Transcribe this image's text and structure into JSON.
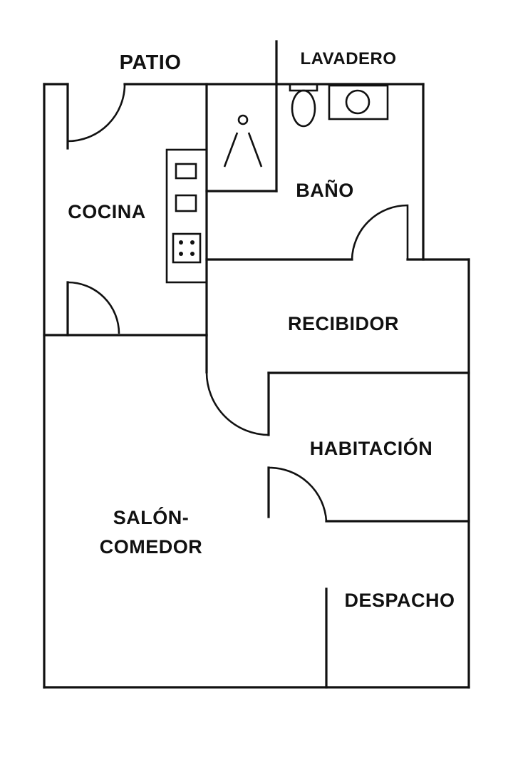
{
  "rooms": {
    "patio": "PATIO",
    "lavadero": "LAVADERO",
    "cocina": "COCINA",
    "bano": "BAÑO",
    "recibidor": "RECIBIDOR",
    "habitacion": "HABITACIÓN",
    "salon_line1": "SALÓN-",
    "salon_line2": "COMEDOR",
    "despacho": "DESPACHO"
  },
  "colors": {
    "line": "#111111",
    "background": "#ffffff"
  }
}
